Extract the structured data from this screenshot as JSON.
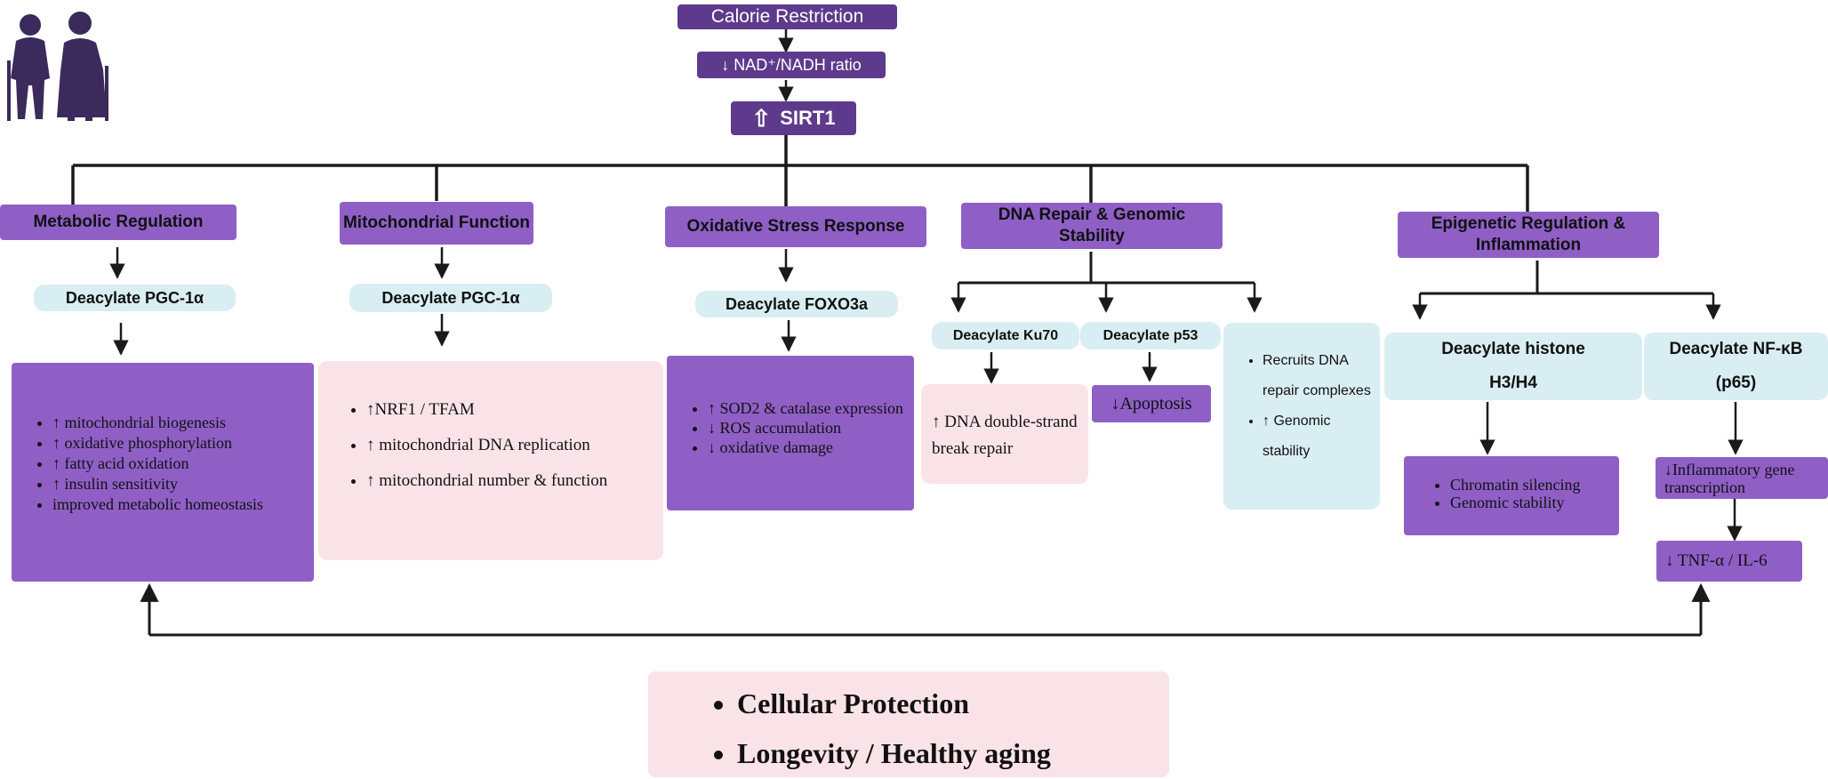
{
  "top": {
    "calorie": "Calorie Restriction",
    "nad": "↓ NAD⁺/NADH ratio",
    "sirt1": "SIRT1"
  },
  "branches": {
    "metabolic": {
      "title": "Metabolic Regulation",
      "step": "Deacylate PGC-1α",
      "outcomes": [
        "↑ mitochondrial biogenesis",
        "↑ oxidative phosphorylation",
        "↑ fatty acid oxidation",
        "↑ insulin sensitivity",
        "improved metabolic homeostasis"
      ]
    },
    "mito": {
      "title": "Mitochondrial Function",
      "step": "Deacylate PGC-1α",
      "outcomes": [
        "↑NRF1 / TFAM",
        "↑ mitochondrial DNA replication",
        "↑ mitochondrial number & function"
      ]
    },
    "oxidative": {
      "title": "Oxidative Stress Response",
      "step": "Deacylate FOXO3a",
      "outcomes": [
        "↑ SOD2 & catalase expression",
        "↓ ROS accumulation",
        "↓ oxidative damage"
      ]
    },
    "dna": {
      "title": "DNA Repair & Genomic Stability",
      "ku70": {
        "step": "Deacylate Ku70",
        "outcome": "↑ DNA double-strand break repair"
      },
      "p53": {
        "step": "Deacylate p53",
        "outcome": "↓Apoptosis"
      },
      "recruit": [
        "Recruits DNA repair complexes",
        "↑ Genomic stability"
      ]
    },
    "epigenetic": {
      "title": "Epigenetic Regulation & Inflammation",
      "histone": {
        "step": "Deacylate histone H3/H4",
        "outcomes": [
          "Chromatin silencing",
          "Genomic stability"
        ]
      },
      "nfkb": {
        "step": "Deacylate  NF-κB (p65)",
        "outcome1": "↓Inflammatory gene transcription",
        "outcome2": "↓ TNF-α / IL-6"
      }
    }
  },
  "result": [
    "Cellular Protection",
    "Longevity / Healthy aging"
  ],
  "colors": {
    "dark": "#5e3a8c",
    "purple": "#8f5fc6",
    "blue": "#d9eef3",
    "pink": "#fae3e8",
    "icon": "#3b2a5c"
  },
  "icons": {
    "elderly": "elderly-couple-icon"
  }
}
